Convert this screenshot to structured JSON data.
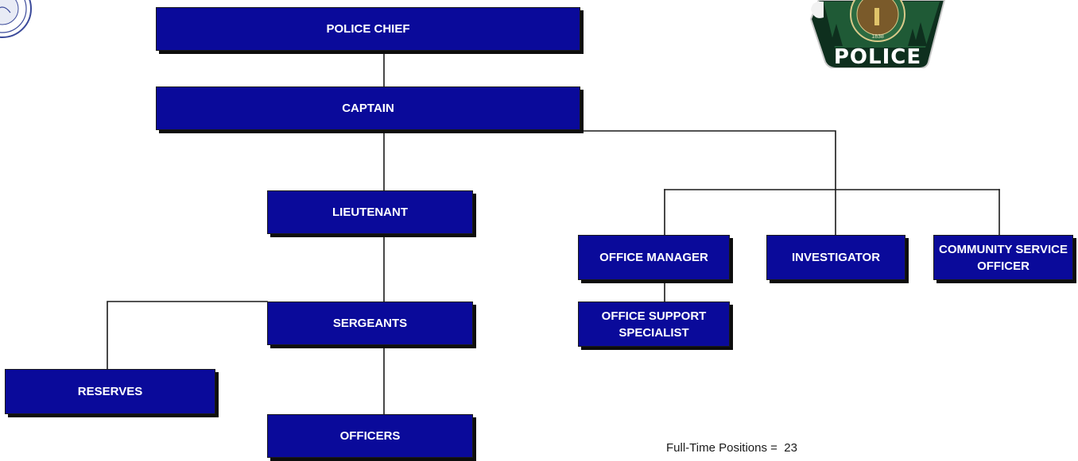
{
  "chart": {
    "nodes": {
      "chief": "POLICE CHIEF",
      "captain": "CAPTAIN",
      "lieutenant": "LIEUTENANT",
      "sergeants": "SERGEANTS",
      "reserves": "RESERVES",
      "officers": "OFFICERS",
      "office_manager": "OFFICE MANAGER",
      "office_support": "OFFICE SUPPORT SPECIALIST",
      "investigator": "INVESTIGATOR",
      "community_service": "COMMUNITY SERVICE OFFICER"
    },
    "edges": [
      [
        "chief",
        "captain"
      ],
      [
        "captain",
        "lieutenant"
      ],
      [
        "lieutenant",
        "sergeants"
      ],
      [
        "sergeants",
        "reserves"
      ],
      [
        "sergeants",
        "officers"
      ],
      [
        "captain",
        "office_manager"
      ],
      [
        "captain",
        "investigator"
      ],
      [
        "captain",
        "community_service"
      ],
      [
        "office_manager",
        "office_support"
      ]
    ]
  },
  "footnote": "Full-Time Positions =  23",
  "logos": {
    "badge_text": "POLICE",
    "badge_small_text": "1838",
    "colors": {
      "box_fill": "#0a0a9a",
      "badge_green": "#1f5a36",
      "badge_dark": "#0e2f1e",
      "seal_blue": "#3b4a9a"
    }
  }
}
